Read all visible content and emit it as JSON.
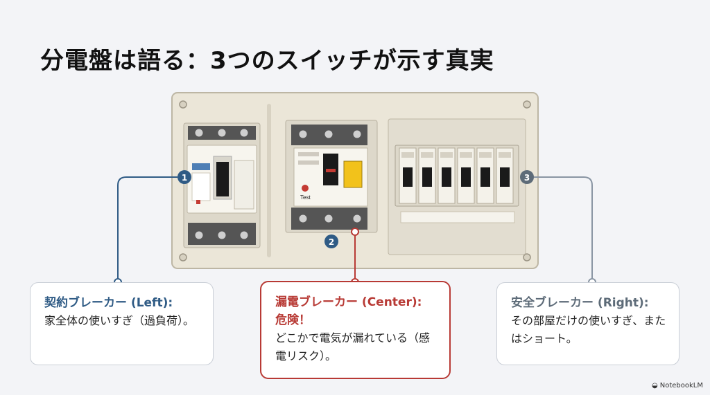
{
  "title": "分電盤は語る：3つのスイッチが示す真実",
  "markers": [
    "1",
    "2",
    "3"
  ],
  "test_label": "Test",
  "callouts": {
    "left": {
      "head": "契約ブレーカー (Left):",
      "body": "家全体の使いすぎ（過負荷）。",
      "color": "#2f5b85"
    },
    "center": {
      "head": "漏電ブレーカー (Center):\n危険！",
      "body": "どこかで電気が漏れている（感電リスク）。",
      "color": "#b83a35"
    },
    "right": {
      "head": "安全ブレーカー (Right):",
      "body": "その部屋だけの使いすぎ、またはショート。",
      "color": "#5d6b78"
    }
  },
  "brand": "NotebookLM"
}
